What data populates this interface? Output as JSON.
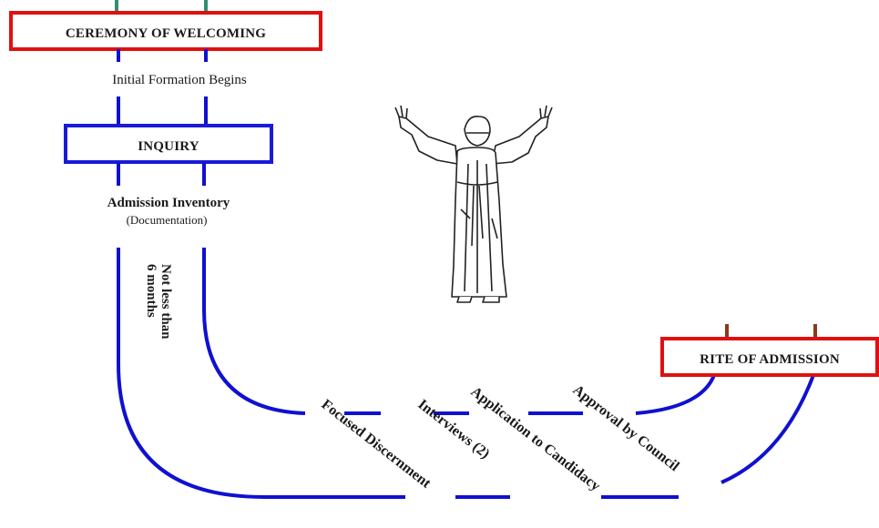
{
  "boxes": {
    "ceremony": {
      "label": "CEREMONY OF WELCOMING",
      "border_color": "#e01010"
    },
    "inquiry": {
      "label": "INQUIRY",
      "border_color": "#1a1ad8"
    },
    "rite": {
      "label": "RITE OF ADMISSION",
      "border_color": "#e01010"
    }
  },
  "labels": {
    "initial_formation": "Initial Formation Begins",
    "admission_inventory": "Admission Inventory",
    "documentation": "(Documentation)",
    "duration_line1": "Not less than",
    "duration_line2": "6 months"
  },
  "steps": [
    {
      "label": "Focused Discernment"
    },
    {
      "label": "Interviews (2)"
    },
    {
      "label": "Application to Candidacy"
    },
    {
      "label": "Approval by Council"
    }
  ],
  "colors": {
    "path": "#1010d0",
    "top_connector": "#2f8f6f",
    "rite_connector": "#8a3a1a"
  },
  "figure": {
    "icon": "friar-arms-raised-figure"
  }
}
